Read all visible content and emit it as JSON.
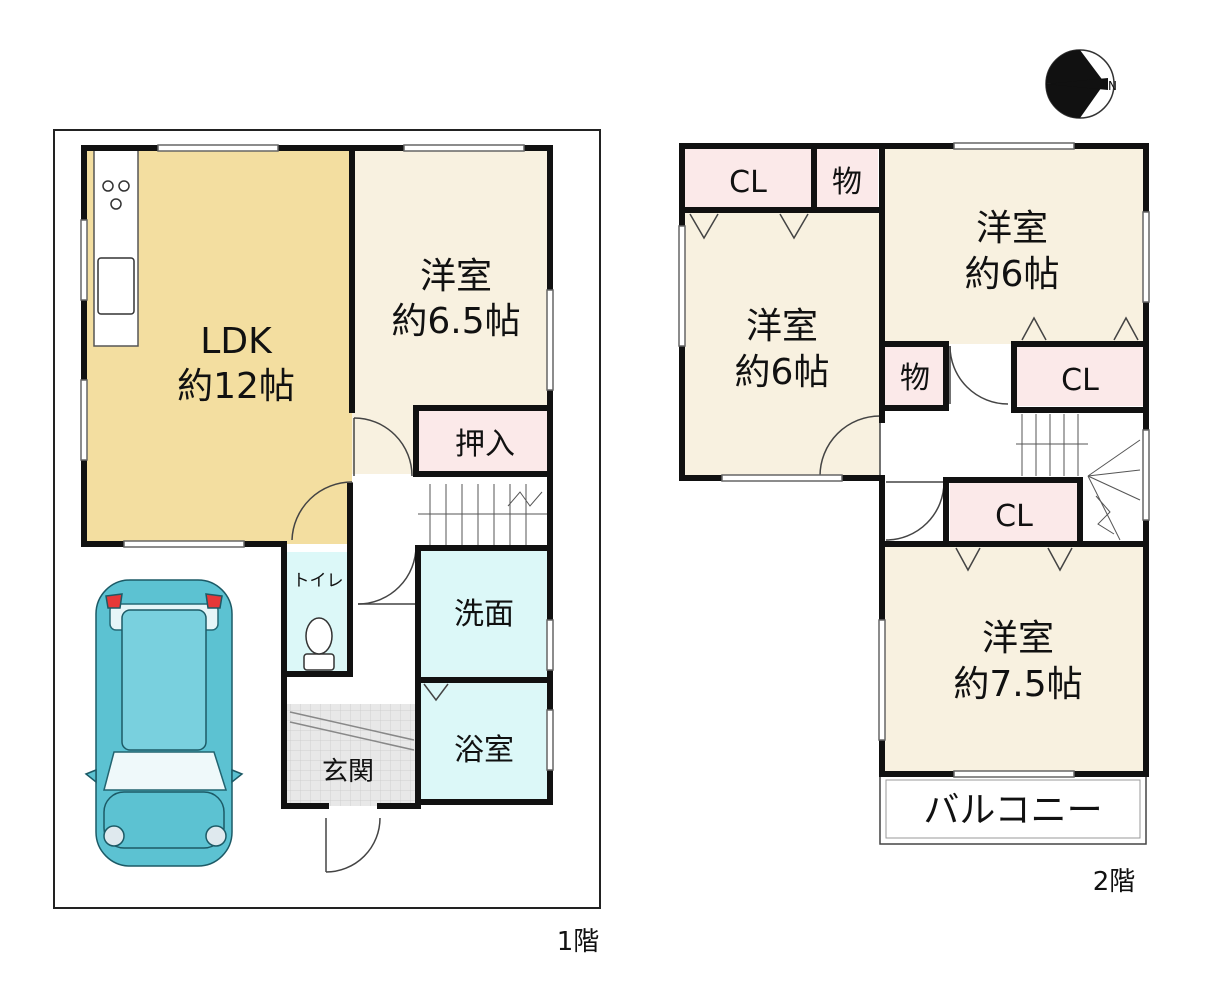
{
  "floor1": {
    "floor_label": "1階",
    "ldk": {
      "name": "LDK",
      "size": "約12帖"
    },
    "western_room": {
      "name": "洋室",
      "size": "約6.5帖"
    },
    "closet": "押入",
    "toilet": "トイレ",
    "washroom": "洗面",
    "bathroom": "浴室",
    "entrance": "玄関"
  },
  "floor2": {
    "floor_label": "2階",
    "room_a": {
      "name": "洋室",
      "size": "約6帖"
    },
    "room_b": {
      "name": "洋室",
      "size": "約6帖"
    },
    "room_c": {
      "name": "洋室",
      "size": "約7.5帖"
    },
    "cl_top": "CL",
    "cl_mid": "CL",
    "cl_bottom": "CL",
    "storage_top": "物",
    "storage_mid": "物",
    "balcony": "バルコニー",
    "compass_letter": "N"
  },
  "colors": {
    "ldk": "#f3dea0",
    "western_room": "#f8f1e0",
    "wet_area": "#dcf8f8",
    "closet": "#fbe9e9",
    "entrance": "#e6e6e6",
    "car": "#5cc2d2",
    "wall": "#111111"
  }
}
